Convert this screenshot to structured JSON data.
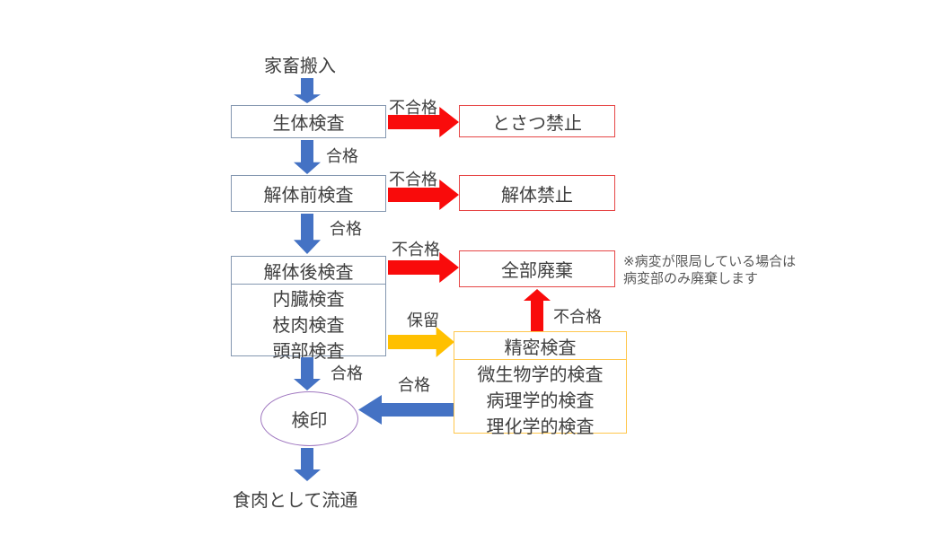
{
  "colors": {
    "blue": "#4472c4",
    "red": "#f90b0b",
    "gold": "#ffc000",
    "box_border_blue": "#8497b0",
    "box_border_red": "#e64646",
    "box_border_gold": "#ffc74d",
    "ellipse_border_purple": "#a078c0",
    "text": "#3f3f3f",
    "note_text": "#595959"
  },
  "nodes": {
    "start_label": "家畜搬入",
    "live_inspection": "生体検査",
    "pre_dismantling_inspection": "解体前検査",
    "post_dismantling_inspection": {
      "title": "解体後検査",
      "items": [
        "内臓検査",
        "枝肉検査",
        "頭部検査"
      ]
    },
    "slaughter_prohibited": "とさつ禁止",
    "dismantling_prohibited": "解体禁止",
    "total_disposal": "全部廃棄",
    "detailed_inspection": {
      "title": "精密検査",
      "items": [
        "微生物学的検査",
        "病理学的検査",
        "理化学的検査"
      ]
    },
    "stamp": "検印",
    "end_label": "食肉として流通"
  },
  "edges": {
    "fail1": "不合格",
    "fail2": "不合格",
    "fail3": "不合格",
    "fail4": "不合格",
    "pass1": "合格",
    "pass2": "合格",
    "pass3": "合格",
    "pass4": "合格",
    "hold": "保留"
  },
  "note": {
    "line1": "※病変が限局している場合は",
    "line2": "病変部のみ廃棄します"
  }
}
